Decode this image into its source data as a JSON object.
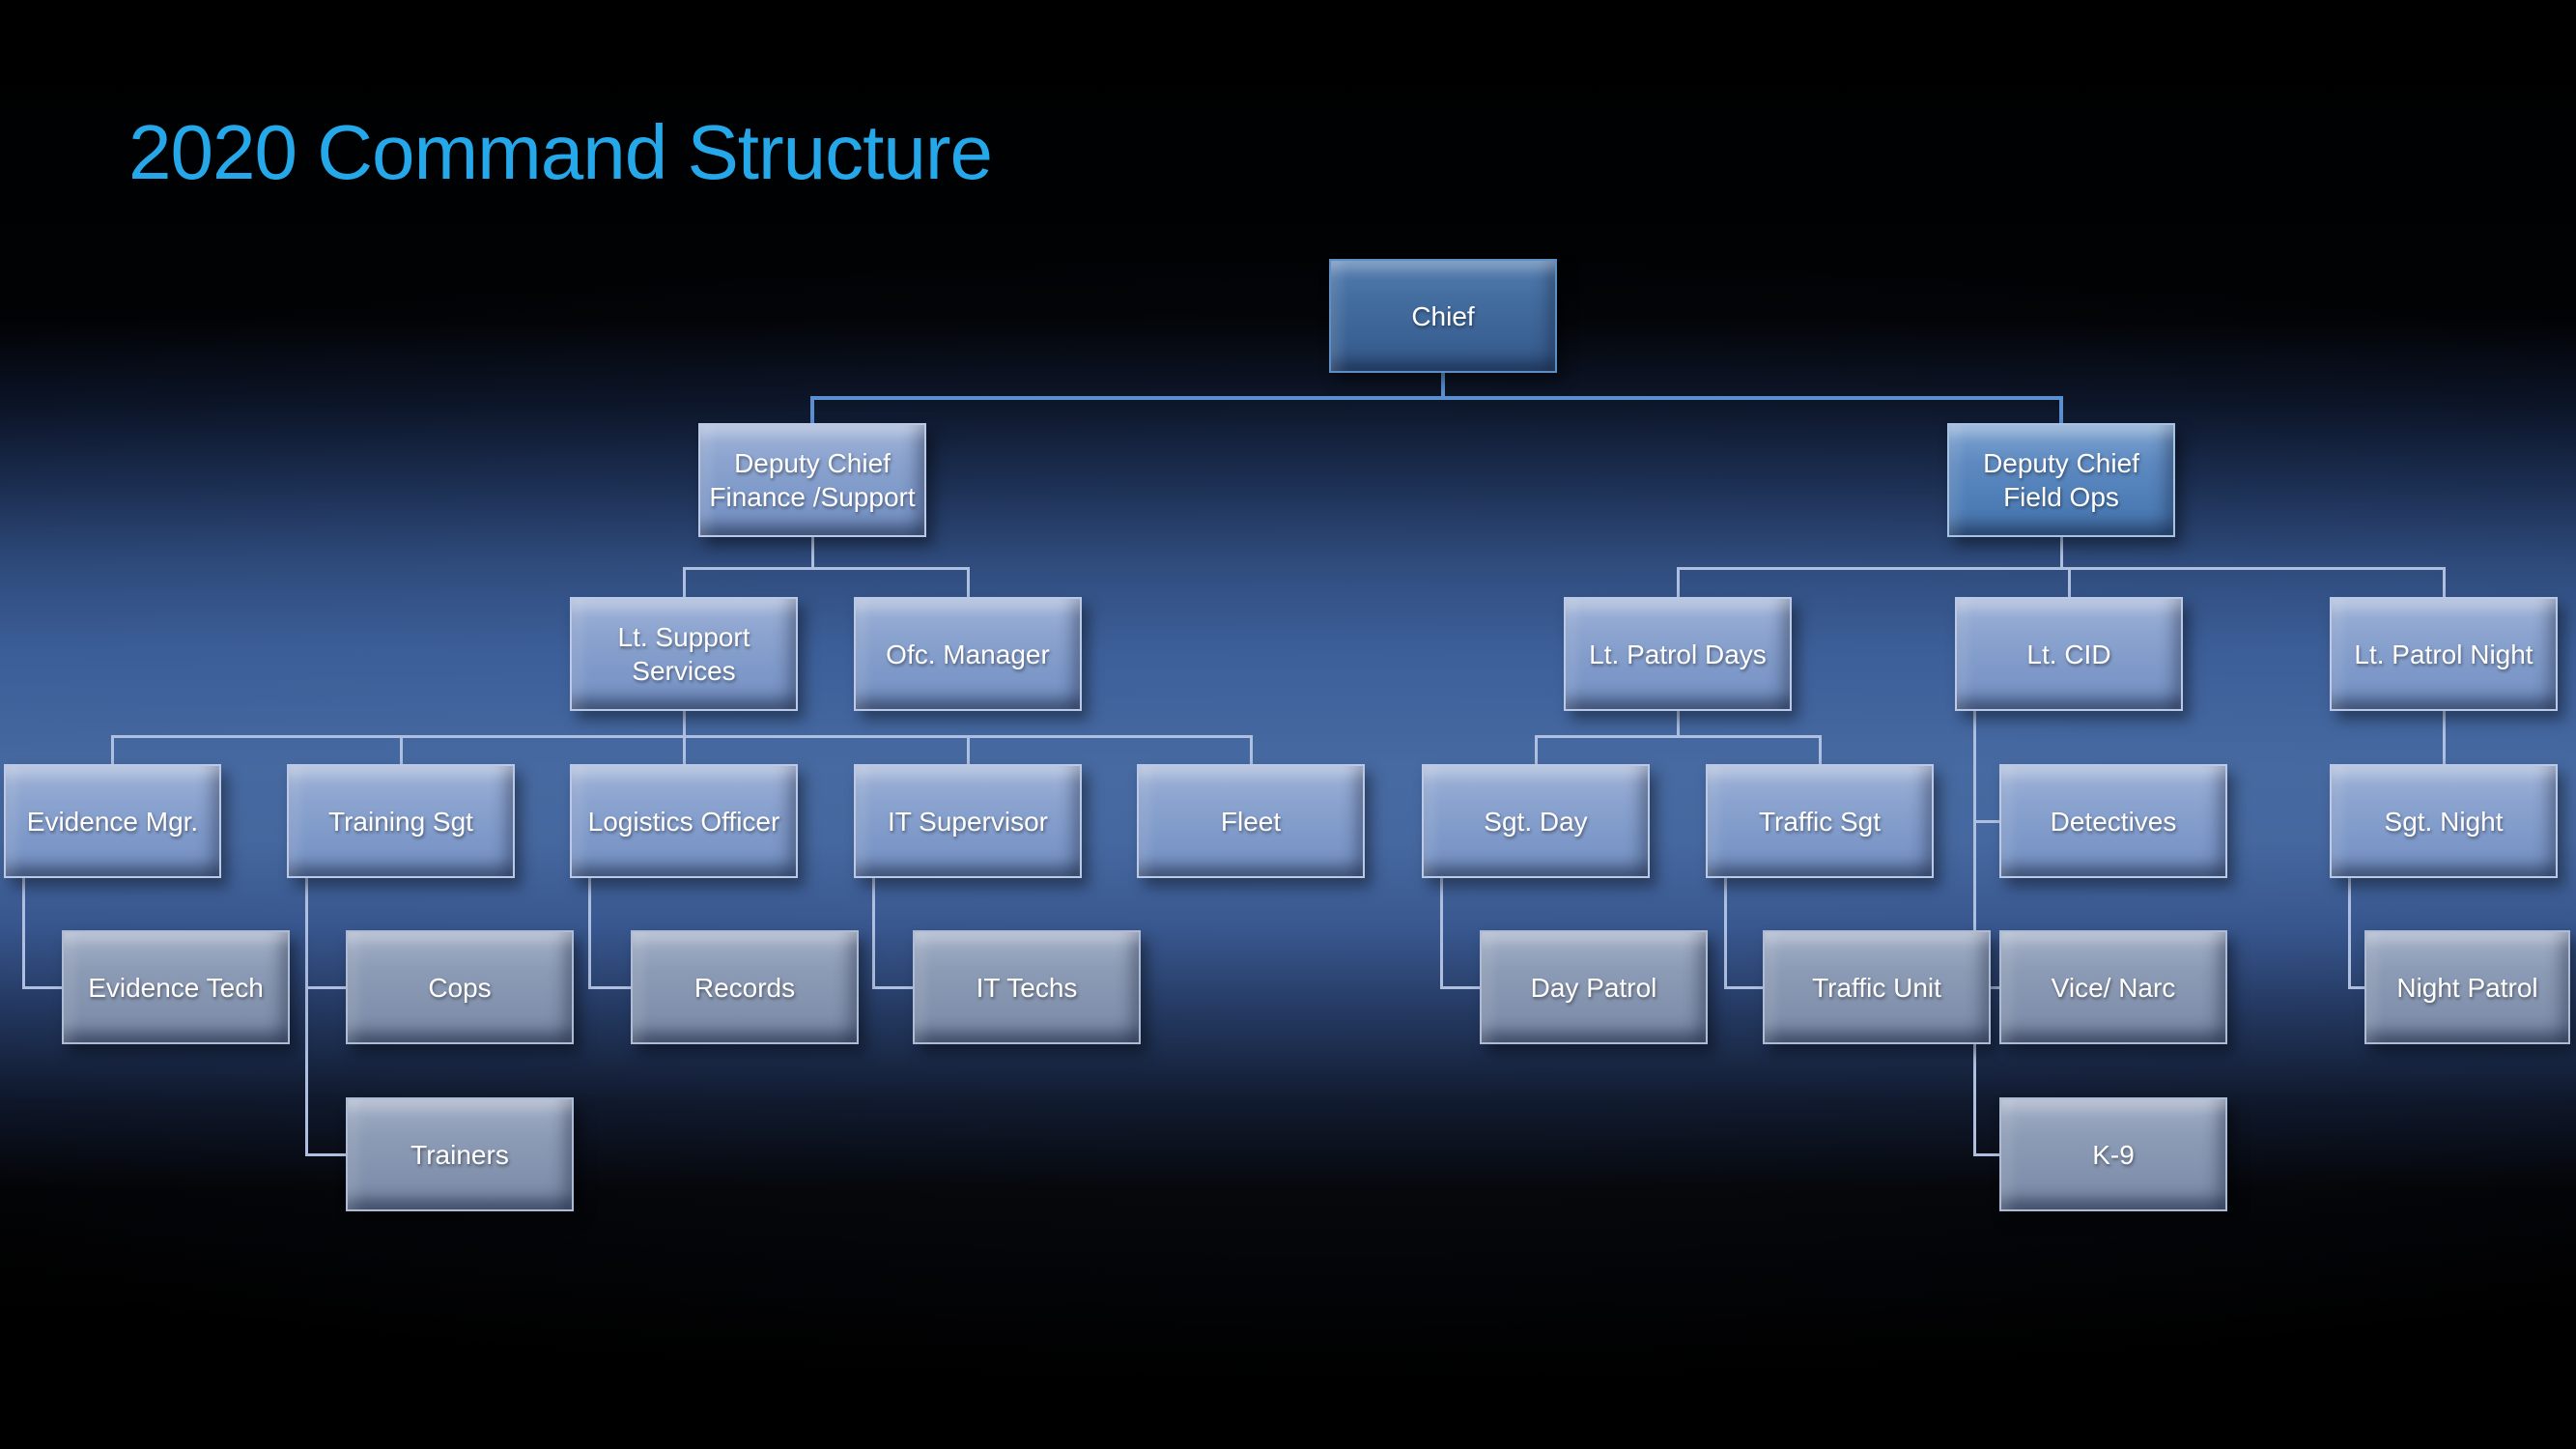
{
  "slide": {
    "title": "2020 Command Structure"
  },
  "colors": {
    "title_text": "#25a8e9",
    "background_top": "#000000",
    "background_band": "#45689f",
    "connector": "#aebfe0",
    "connector_top_level": "#5b90d0",
    "box_text": "#ffffff",
    "box_chief": "#3b6294",
    "box_periwinkle": "#7e99c9",
    "box_field_ops": "#4e7db6",
    "box_slate": "#8291ad"
  },
  "org": {
    "nodes": [
      {
        "id": "chief",
        "lines": [
          "Chief"
        ],
        "variant": "chief",
        "parent": null,
        "connector": null
      },
      {
        "id": "deputy_finance",
        "lines": [
          "Deputy Chief",
          "Finance /Support"
        ],
        "variant": "periwinkle",
        "parent": "chief",
        "connector": "bus"
      },
      {
        "id": "deputy_fieldops",
        "lines": [
          "Deputy Chief",
          "Field Ops"
        ],
        "variant": "blue",
        "parent": "chief",
        "connector": "bus"
      },
      {
        "id": "lt_support",
        "lines": [
          "Lt. Support",
          "Services"
        ],
        "variant": "periwinkle",
        "parent": "deputy_finance",
        "connector": "bus"
      },
      {
        "id": "ofc_manager",
        "lines": [
          "Ofc. Manager"
        ],
        "variant": "periwinkle",
        "parent": "deputy_finance",
        "connector": "bus"
      },
      {
        "id": "lt_patrol_days",
        "lines": [
          "Lt. Patrol Days"
        ],
        "variant": "periwinkle",
        "parent": "deputy_fieldops",
        "connector": "bus"
      },
      {
        "id": "lt_cid",
        "lines": [
          "Lt. CID"
        ],
        "variant": "periwinkle",
        "parent": "deputy_fieldops",
        "connector": "bus"
      },
      {
        "id": "lt_patrol_night",
        "lines": [
          "Lt. Patrol Night"
        ],
        "variant": "periwinkle",
        "parent": "deputy_fieldops",
        "connector": "bus"
      },
      {
        "id": "evidence_mgr",
        "lines": [
          "Evidence Mgr."
        ],
        "variant": "periwinkle",
        "parent": "lt_support",
        "connector": "bus"
      },
      {
        "id": "training_sgt",
        "lines": [
          "Training Sgt"
        ],
        "variant": "periwinkle",
        "parent": "lt_support",
        "connector": "bus"
      },
      {
        "id": "logistics_officer",
        "lines": [
          "Logistics Officer"
        ],
        "variant": "periwinkle",
        "parent": "lt_support",
        "connector": "bus"
      },
      {
        "id": "it_supervisor",
        "lines": [
          "IT Supervisor"
        ],
        "variant": "periwinkle",
        "parent": "lt_support",
        "connector": "bus"
      },
      {
        "id": "fleet",
        "lines": [
          "Fleet"
        ],
        "variant": "periwinkle",
        "parent": "lt_support",
        "connector": "bus"
      },
      {
        "id": "sgt_day",
        "lines": [
          "Sgt. Day"
        ],
        "variant": "periwinkle",
        "parent": "lt_patrol_days",
        "connector": "bus"
      },
      {
        "id": "traffic_sgt",
        "lines": [
          "Traffic Sgt"
        ],
        "variant": "periwinkle",
        "parent": "lt_patrol_days",
        "connector": "bus"
      },
      {
        "id": "detectives",
        "lines": [
          "Detectives"
        ],
        "variant": "periwinkle",
        "parent": "lt_cid",
        "connector": "elbow"
      },
      {
        "id": "sgt_night",
        "lines": [
          "Sgt. Night"
        ],
        "variant": "periwinkle",
        "parent": "lt_patrol_night",
        "connector": "straight"
      },
      {
        "id": "evidence_tech",
        "lines": [
          "Evidence Tech"
        ],
        "variant": "slate",
        "parent": "evidence_mgr",
        "connector": "elbow"
      },
      {
        "id": "cops",
        "lines": [
          "Cops"
        ],
        "variant": "slate",
        "parent": "training_sgt",
        "connector": "elbow"
      },
      {
        "id": "records",
        "lines": [
          "Records"
        ],
        "variant": "slate",
        "parent": "logistics_officer",
        "connector": "elbow"
      },
      {
        "id": "it_techs",
        "lines": [
          "IT Techs"
        ],
        "variant": "slate",
        "parent": "it_supervisor",
        "connector": "elbow"
      },
      {
        "id": "day_patrol",
        "lines": [
          "Day Patrol"
        ],
        "variant": "slate",
        "parent": "sgt_day",
        "connector": "elbow"
      },
      {
        "id": "traffic_unit",
        "lines": [
          "Traffic Unit"
        ],
        "variant": "slate",
        "parent": "traffic_sgt",
        "connector": "elbow"
      },
      {
        "id": "vice_narc",
        "lines": [
          "Vice/ Narc"
        ],
        "variant": "slate",
        "parent": "lt_cid",
        "connector": "elbow"
      },
      {
        "id": "night_patrol",
        "lines": [
          "Night Patrol"
        ],
        "variant": "slate",
        "parent": "sgt_night",
        "connector": "elbow"
      },
      {
        "id": "trainers",
        "lines": [
          "Trainers"
        ],
        "variant": "slate",
        "parent": "training_sgt",
        "connector": "elbow"
      },
      {
        "id": "k9",
        "lines": [
          "K-9"
        ],
        "variant": "slate",
        "parent": "lt_cid",
        "connector": "elbow"
      }
    ]
  }
}
